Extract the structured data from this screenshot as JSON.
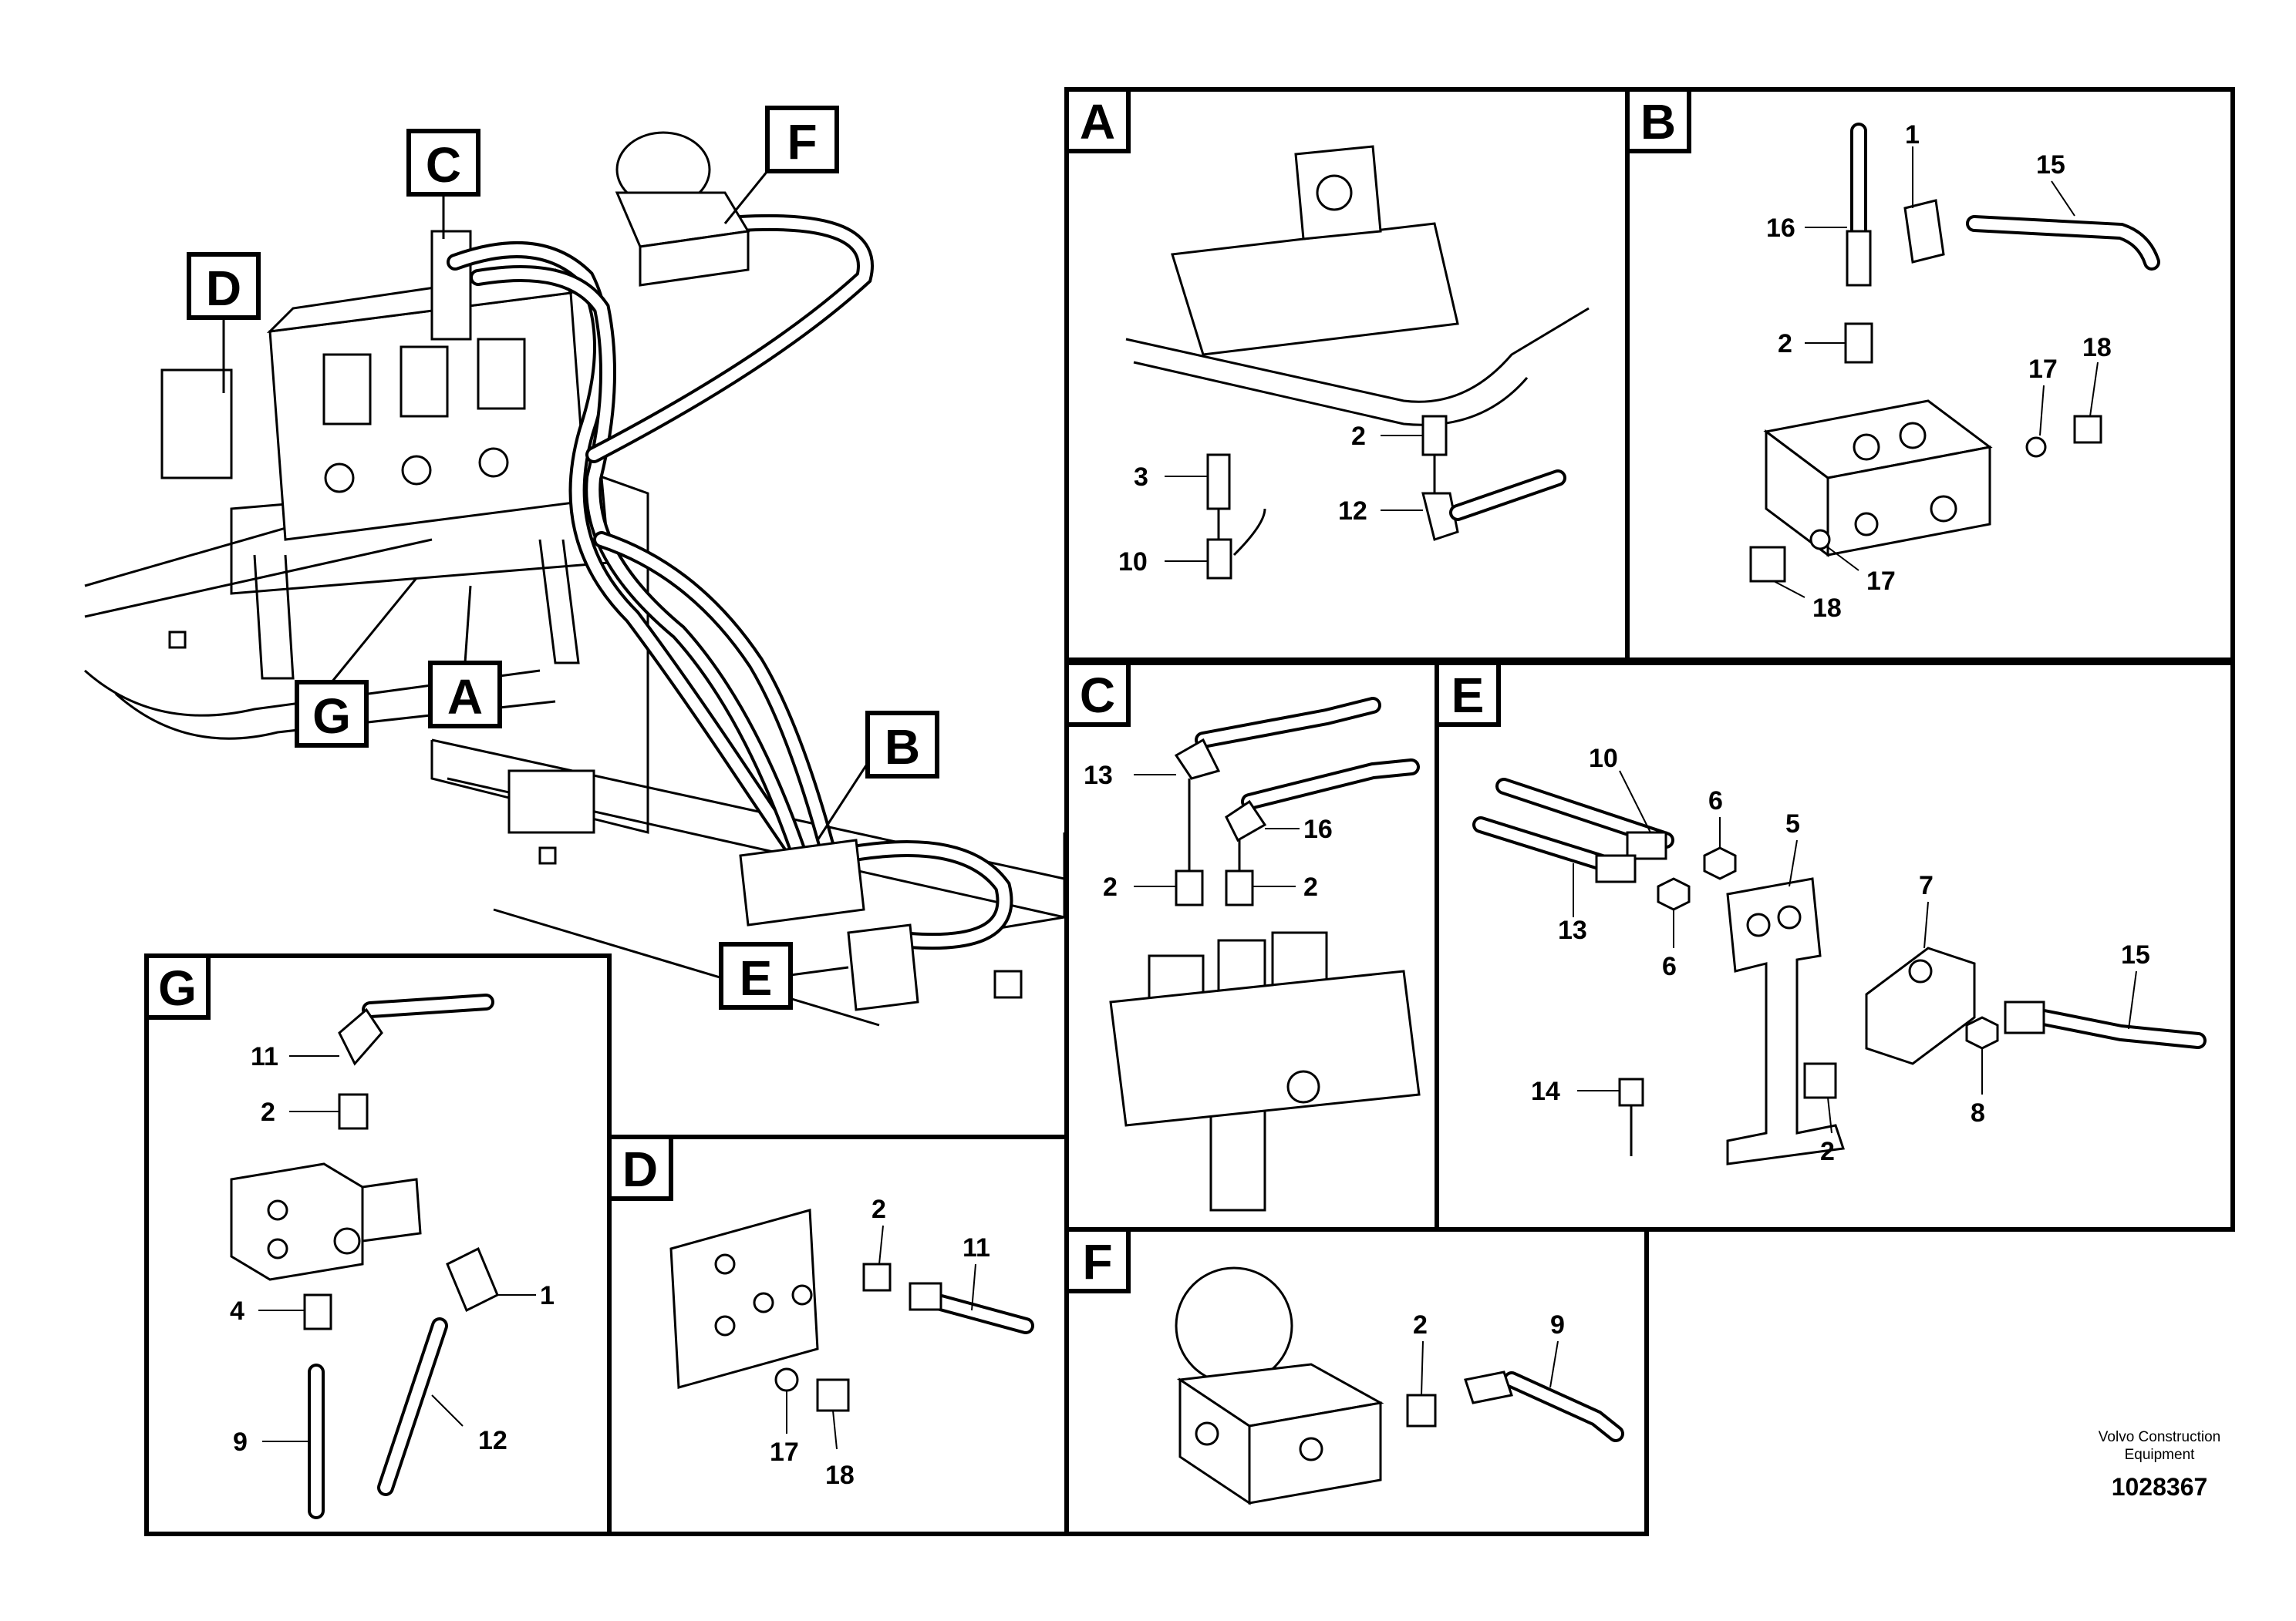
{
  "main": {
    "tags": {
      "A": "A",
      "B": "B",
      "C": "C",
      "D": "D",
      "E": "E",
      "F": "F",
      "G": "G"
    }
  },
  "panels": {
    "A": {
      "tag": "A",
      "labels": {
        "p3": "3",
        "p10": "10",
        "p2": "2",
        "p12": "12"
      }
    },
    "B": {
      "tag": "B",
      "labels": {
        "p1": "1",
        "p15": "15",
        "p16": "16",
        "p2": "2",
        "p17a": "17",
        "p18a": "18",
        "p18b": "18",
        "p17b": "17"
      }
    },
    "C": {
      "tag": "C",
      "labels": {
        "p13": "13",
        "p16": "16",
        "p2a": "2",
        "p2b": "2"
      }
    },
    "D": {
      "tag": "D",
      "labels": {
        "p2": "2",
        "p11": "11",
        "p17": "17",
        "p18": "18"
      }
    },
    "E": {
      "tag": "E",
      "labels": {
        "p10": "10",
        "p6a": "6",
        "p5": "5",
        "p13": "13",
        "p6b": "6",
        "p7": "7",
        "p15": "15",
        "p14": "14",
        "p2": "2",
        "p8": "8"
      }
    },
    "F": {
      "tag": "F",
      "labels": {
        "p2": "2",
        "p9": "9"
      }
    },
    "G": {
      "tag": "G",
      "labels": {
        "p11": "11",
        "p2": "2",
        "p4": "4",
        "p1": "1",
        "p9": "9",
        "p12": "12"
      }
    }
  },
  "footer": {
    "company_line1": "Volvo Construction",
    "company_line2": "Equipment",
    "drawing_number": "1028367"
  }
}
